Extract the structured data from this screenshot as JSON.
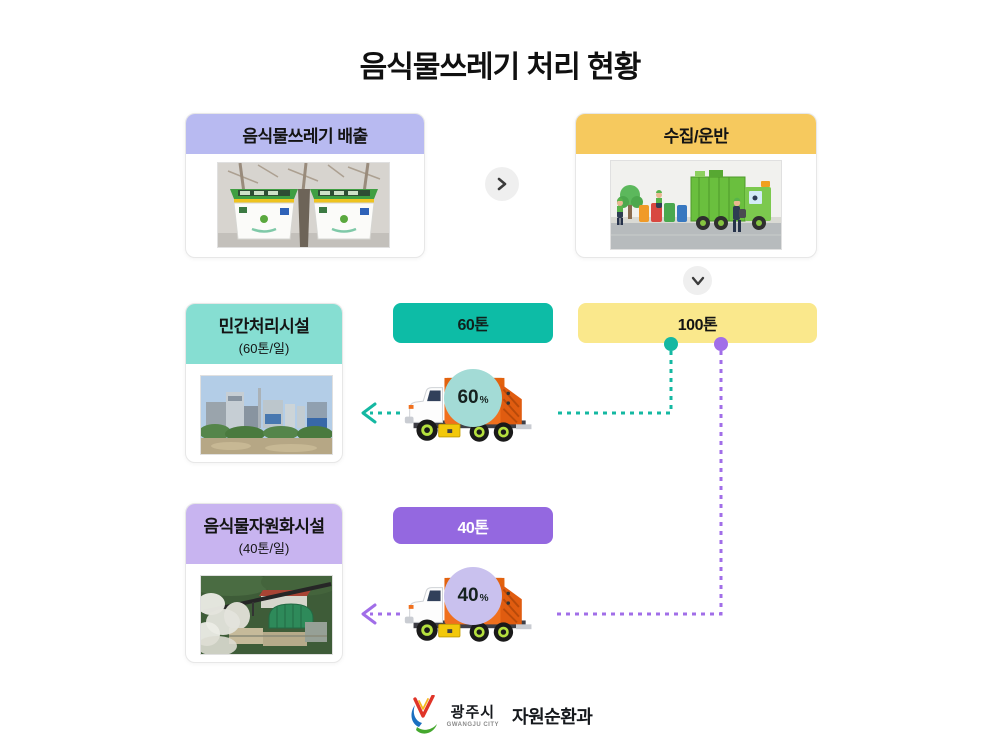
{
  "title": "음식물쓰레기 처리 현황",
  "cards": {
    "discharge": {
      "label": "음식물쓰레기 배출"
    },
    "collection": {
      "label": "수집/운반"
    }
  },
  "facilities": {
    "private": {
      "name": "민간처리시설",
      "capacity": "(60톤/일)"
    },
    "resource": {
      "name": "음식물자원화시설",
      "capacity": "(40톤/일)"
    }
  },
  "amounts": {
    "collected": "100톤",
    "to_private": "60톤",
    "to_resource": "40톤"
  },
  "shares": {
    "private": {
      "value": "60",
      "unit": "%"
    },
    "resource": {
      "value": "40",
      "unit": "%"
    }
  },
  "footer": {
    "city": "광주시",
    "city_en": "GWANGJU CITY",
    "department": "자원순환과"
  },
  "icons": {
    "flow_right": "chevron-right",
    "flow_down": "chevron-down",
    "route_private": "dashed-arrow-left-teal",
    "route_resource": "dashed-arrow-left-purple"
  },
  "colors": {
    "header_discharge": "#b8baf1",
    "header_collection": "#f6c95e",
    "header_private": "#86ded2",
    "header_resource": "#c8b4f0",
    "pill_60t": "#0dbca6",
    "pill_100t": "#fae88c",
    "pill_40t": "#9468e0",
    "circle_60pct": "#a3dbd6",
    "circle_40pct": "#c9c1ee",
    "accent_teal": "#14b8a2",
    "accent_purple": "#a16ee8"
  }
}
